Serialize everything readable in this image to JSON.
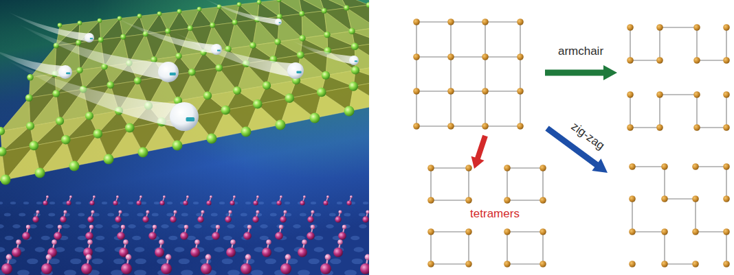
{
  "diagram": {
    "labels": [
      "armchair",
      "zig-zag",
      "tetramers"
    ]
  }
}
